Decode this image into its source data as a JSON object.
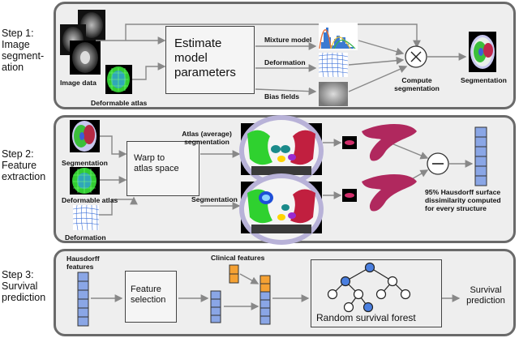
{
  "steps": [
    {
      "label": "Step 1: Image segment-ation"
    },
    {
      "label": "Step 2: Feature extraction"
    },
    {
      "label": "Step 3: Survival prediction"
    }
  ],
  "step1": {
    "image_data": "Image data",
    "deformable_atlas": "Deformable atlas",
    "estimate_box": "Estimate model parameters",
    "mixture_model": "Mixture model",
    "deformation": "Deformation",
    "bias_fields": "Bias fields",
    "compute_segmentation": "Compute segmentation",
    "segmentation": "Segmentation"
  },
  "step2": {
    "segmentation": "Segmentation",
    "deformable_atlas": "Deformable atlas",
    "deformation": "Deformation",
    "warp_box": "Warp to atlas space",
    "atlas_average": "Atlas (average) segmentation",
    "segmentation2": "Segmentation",
    "hausdorff_text": "95% Hausdorff surface dissimilarity computed for every structure"
  },
  "step3": {
    "hausdorff_features": "Hausdorff features",
    "clinical_features": "Clinical features",
    "feature_selection": "Feature selection",
    "random_survival_forest": "Random survival forest",
    "survival_prediction": "Survival prediction"
  },
  "colors": {
    "panel_bg": "#eeeeee",
    "panel_border": "#6a6a6a",
    "feature_blue": "#6f8fd8",
    "clinical_orange": "#f5a133",
    "tree_node_blue": "#4a7fe0",
    "arrow_gray": "#888888"
  }
}
